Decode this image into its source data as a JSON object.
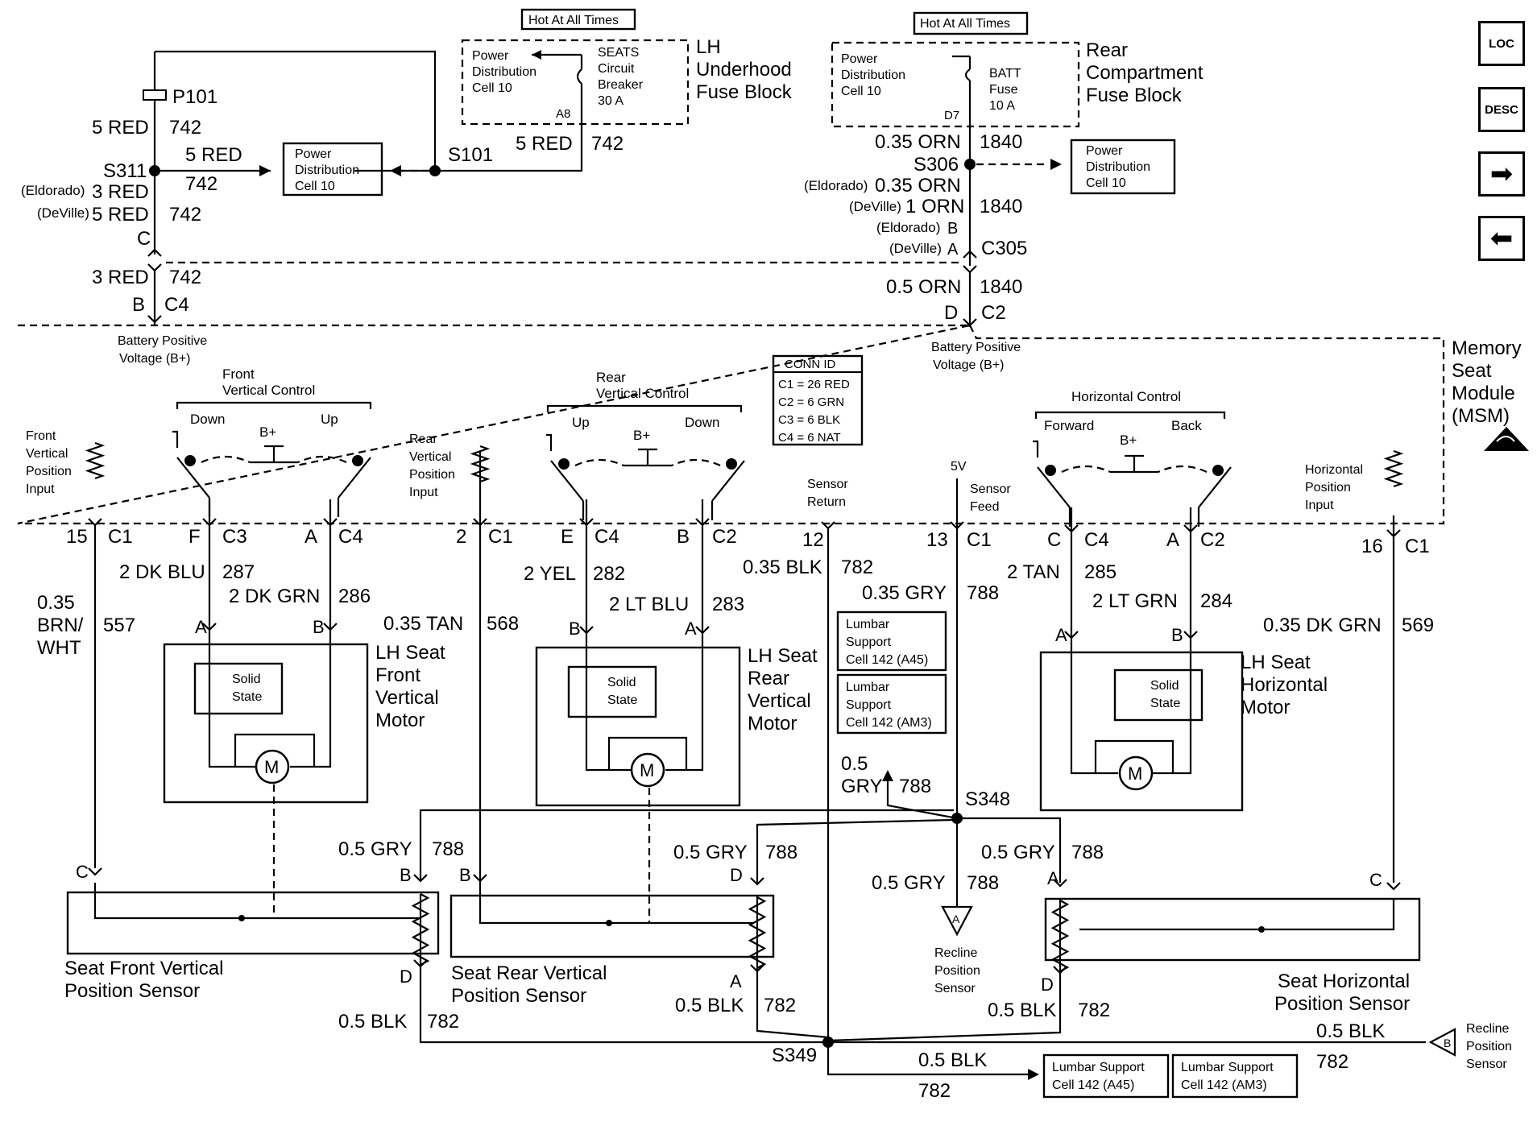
{
  "nav": {
    "loc": "LOC",
    "desc": "DESC",
    "next_icon": "arrow-right-icon",
    "prev_icon": "arrow-left-icon",
    "esd_icon": "esd-warning-icon"
  },
  "top": {
    "hot1": "Hot At All Times",
    "hot2": "Hot At All Times",
    "pd_cell10": "Power Distribution Cell 10",
    "seats_cb": "SEATS Circuit Breaker 30 A",
    "a8": "A8",
    "lh_fuse_block": "LH Underhood Fuse Block",
    "batt_fuse": "BATT Fuse 10 A",
    "d7": "D7",
    "rear_fuse_block": "Rear Compartment Fuse Block",
    "p101": "P101",
    "s311": "S311",
    "s101": "S101",
    "s306": "S306",
    "c305": "C305",
    "five_red": "5 RED",
    "three_red": "3 RED",
    "c742": "742",
    "eldorado": "(Eldorado)",
    "deville": "(DeVille)",
    "or035": "0.35 ORN",
    "or1": "1 ORN",
    "or05": "0.5 ORN",
    "c1840": "1840",
    "pin_c": "C",
    "pin_b": "B",
    "pin_a": "A",
    "pin_d": "D",
    "c4": "C4",
    "c2": "C2"
  },
  "msm": {
    "title": "Memory Seat Module (MSM)",
    "bpv": "Battery Positive Voltage (B+)",
    "front_vc": "Front Vertical Control",
    "rear_vc": "Rear Vertical Control",
    "horiz_c": "Horizontal Control",
    "down": "Down",
    "up": "Up",
    "forward": "Forward",
    "back": "Back",
    "bplus": "B+",
    "fv_input": "Front Vertical Position Input",
    "rv_input": "Rear Vertical Position Input",
    "h_input": "Horizontal Position Input",
    "sensor_return": "Sensor Return",
    "sensor_feed": "Sensor Feed",
    "five_v": "5V",
    "conn_title": "CONN ID",
    "conn": [
      "C1 = 26 RED",
      "C2 = 6 GRN",
      "C3 = 6 BLK",
      "C4 = 6 NAT"
    ]
  },
  "pins": {
    "p15": "15",
    "pc1": "C1",
    "pF": "F",
    "pc3": "C3",
    "pA": "A",
    "pc4": "C4",
    "p2": "2",
    "pE": "E",
    "pB": "B",
    "pc2": "C2",
    "p12": "12",
    "p13": "13",
    "pC": "C",
    "p16": "16"
  },
  "wires": {
    "dkblu": "2 DK BLU",
    "c287": "287",
    "dkgrn": "2 DK GRN",
    "c286": "286",
    "brnwht": "0.35 BRN/ WHT",
    "c557": "557",
    "tan035": "0.35 TAN",
    "c568": "568",
    "yel": "2 YEL",
    "c282": "282",
    "ltblu": "2 LT BLU",
    "c283": "283",
    "blk035": "0.35 BLK",
    "c782": "782",
    "gry035": "0.35 GRY",
    "c788": "788",
    "tan2": "2 TAN",
    "c285": "285",
    "ltgrn": "2 LT GRN",
    "c284": "284",
    "dkgrn035": "0.35 DK GRN",
    "c569": "569",
    "gry05": "0.5 GRY",
    "blk05": "0.5 BLK"
  },
  "components": {
    "solid_state": "Solid State",
    "m": "M",
    "front_motor": "LH Seat Front Vertical Motor",
    "rear_motor": "LH Seat Rear Vertical Motor",
    "horiz_motor": "LH Seat Horizontal Motor",
    "lumbar_a45": "Lumbar Support Cell 142 (A45)",
    "lumbar_am3": "Lumbar Support Cell 142 (AM3)",
    "s348": "S348",
    "s349": "S349",
    "front_sensor": "Seat Front Vertical Position Sensor",
    "rear_sensor": "Seat Rear Vertical Position Sensor",
    "horiz_sensor": "Seat Horizontal Position Sensor",
    "recline_sensor": "Recline Position Sensor",
    "ref_a": "A",
    "ref_b": "B"
  }
}
